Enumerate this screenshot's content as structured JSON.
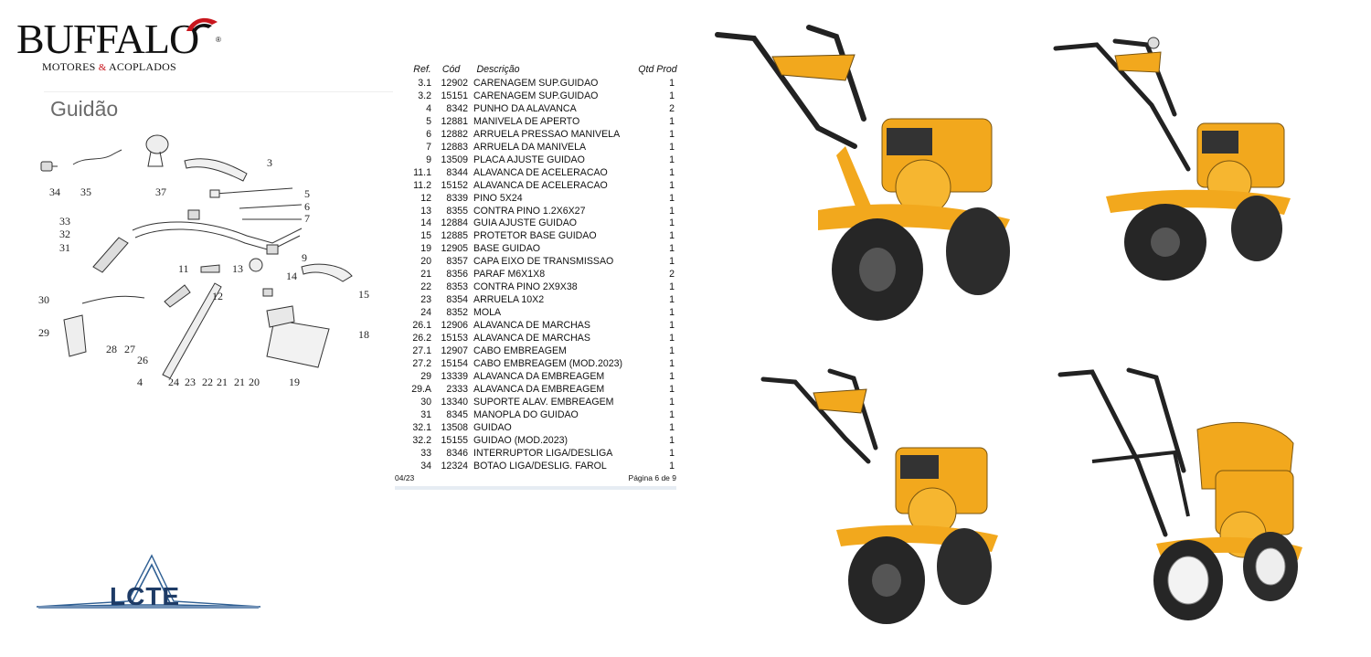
{
  "logo": {
    "brand": "BUFFALO",
    "registered": "®",
    "tagline_left": "MOTORES",
    "tagline_amp": "&",
    "tagline_right": "ACOPLADOS"
  },
  "section": {
    "title": "Guidão"
  },
  "diagram": {
    "callouts": [
      "34",
      "35",
      "37",
      "3",
      "5",
      "6",
      "7",
      "33",
      "32",
      "31",
      "11",
      "13",
      "9",
      "14",
      "15",
      "30",
      "29",
      "28",
      "27",
      "26",
      "12",
      "4",
      "24",
      "23",
      "22",
      "21",
      "21",
      "20",
      "18",
      "19"
    ]
  },
  "lcte": {
    "label": "LCTE"
  },
  "parts_table": {
    "headers": {
      "ref": "Ref.",
      "cod": "Cód",
      "desc": "Descrição",
      "qtd": "Qtd Prod"
    },
    "rows": [
      {
        "ref": "3.1",
        "cod": "12902",
        "desc": "CARENAGEM SUP.GUIDAO",
        "qtd": "1"
      },
      {
        "ref": "3.2",
        "cod": "15151",
        "desc": "CARENAGEM SUP.GUIDAO",
        "qtd": "1"
      },
      {
        "ref": "4",
        "cod": "8342",
        "desc": "PUNHO DA ALAVANCA",
        "qtd": "2"
      },
      {
        "ref": "5",
        "cod": "12881",
        "desc": "MANIVELA DE APERTO",
        "qtd": "1"
      },
      {
        "ref": "6",
        "cod": "12882",
        "desc": "ARRUELA PRESSAO MANIVELA",
        "qtd": "1"
      },
      {
        "ref": "7",
        "cod": "12883",
        "desc": "ARRUELA DA MANIVELA",
        "qtd": "1"
      },
      {
        "ref": "9",
        "cod": "13509",
        "desc": "PLACA AJUSTE GUIDAO",
        "qtd": "1"
      },
      {
        "ref": "11.1",
        "cod": "8344",
        "desc": "ALAVANCA DE ACELERACAO",
        "qtd": "1"
      },
      {
        "ref": "11.2",
        "cod": "15152",
        "desc": "ALAVANCA DE ACELERACAO",
        "qtd": "1"
      },
      {
        "ref": "12",
        "cod": "8339",
        "desc": "PINO 5X24",
        "qtd": "1"
      },
      {
        "ref": "13",
        "cod": "8355",
        "desc": "CONTRA PINO 1.2X6X27",
        "qtd": "1"
      },
      {
        "ref": "14",
        "cod": "12884",
        "desc": "GUIA AJUSTE GUIDAO",
        "qtd": "1"
      },
      {
        "ref": "15",
        "cod": "12885",
        "desc": "PROTETOR BASE GUIDAO",
        "qtd": "1"
      },
      {
        "ref": "19",
        "cod": "12905",
        "desc": "BASE GUIDAO",
        "qtd": "1"
      },
      {
        "ref": "20",
        "cod": "8357",
        "desc": "CAPA EIXO DE TRANSMISSAO",
        "qtd": "1"
      },
      {
        "ref": "21",
        "cod": "8356",
        "desc": "PARAF M6X1X8",
        "qtd": "2"
      },
      {
        "ref": "22",
        "cod": "8353",
        "desc": "CONTRA PINO 2X9X38",
        "qtd": "1"
      },
      {
        "ref": "23",
        "cod": "8354",
        "desc": "ARRUELA 10X2",
        "qtd": "1"
      },
      {
        "ref": "24",
        "cod": "8352",
        "desc": "MOLA",
        "qtd": "1"
      },
      {
        "ref": "26.1",
        "cod": "12906",
        "desc": "ALAVANCA DE MARCHAS",
        "qtd": "1"
      },
      {
        "ref": "26.2",
        "cod": "15153",
        "desc": "ALAVANCA DE MARCHAS",
        "qtd": "1"
      },
      {
        "ref": "27.1",
        "cod": "12907",
        "desc": "CABO EMBREAGEM",
        "qtd": "1"
      },
      {
        "ref": "27.2",
        "cod": "15154",
        "desc": "CABO EMBREAGEM (MOD.2023)",
        "qtd": "1"
      },
      {
        "ref": "29",
        "cod": "13339",
        "desc": "ALAVANCA DA EMBREAGEM",
        "qtd": "1"
      },
      {
        "ref": "29.A",
        "cod": "2333",
        "desc": "ALAVANCA DA EMBREAGEM",
        "qtd": "1"
      },
      {
        "ref": "30",
        "cod": "13340",
        "desc": "SUPORTE ALAV. EMBREAGEM",
        "qtd": "1"
      },
      {
        "ref": "31",
        "cod": "8345",
        "desc": "MANOPLA DO GUIDAO",
        "qtd": "1"
      },
      {
        "ref": "32.1",
        "cod": "13508",
        "desc": "GUIDAO",
        "qtd": "1"
      },
      {
        "ref": "32.2",
        "cod": "15155",
        "desc": "GUIDAO (MOD.2023)",
        "qtd": "1"
      },
      {
        "ref": "33",
        "cod": "8346",
        "desc": "INTERRUPTOR LIGA/DESLIGA",
        "qtd": "1"
      },
      {
        "ref": "34",
        "cod": "12324",
        "desc": "BOTAO LIGA/DESLIG. FAROL",
        "qtd": "1"
      }
    ],
    "footer_date": "04/23",
    "footer_page": "Página 6 de 9"
  },
  "colors": {
    "machine_yellow": "#f2a81d",
    "machine_dark": "#2a2a2a",
    "logo_red": "#c8161d",
    "lcte_blue": "#2f5f93",
    "lcte_navy": "#1e3b66"
  }
}
